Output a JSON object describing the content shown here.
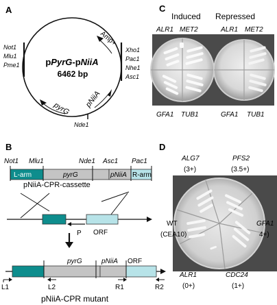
{
  "panels": {
    "A": {
      "letter": "A",
      "plasmid_name": "pPyrG-pNiiA",
      "plasmid_name_parts": [
        "p",
        "PyrG",
        "-p",
        "NiiA"
      ],
      "plasmid_size": "6462 bp",
      "left_sites": [
        "Not1",
        "Mlu1",
        "Pme1"
      ],
      "right_sites": [
        "Xho1",
        "Pac1",
        "Nhe1",
        "Asc1"
      ],
      "bottom_site": "Nde1",
      "features": [
        "Amp+",
        "pyrG",
        "pNiiA"
      ]
    },
    "B": {
      "letter": "B",
      "top_sites": [
        "Not1",
        "Mlu1",
        "Nde1",
        "Asc1",
        "Pac1"
      ],
      "cassette_segments": [
        "L-arm",
        "pyrG",
        "pNiiA",
        "R-arm"
      ],
      "cassette_label": "pNiiA-CPR-cassette",
      "genome_labels": [
        "P",
        "ORF"
      ],
      "mutant_segments": [
        "pyrG",
        "pNiiA",
        "ORF"
      ],
      "primers": [
        "L1",
        "L2",
        "R1",
        "R2"
      ],
      "mutant_label": "pNiiA-CPR mutant"
    },
    "C": {
      "letter": "C",
      "conditions": [
        "Induced",
        "Repressed"
      ],
      "top_genes": [
        "ALR1",
        "MET2"
      ],
      "bottom_genes": [
        "GFA1",
        "TUB1"
      ]
    },
    "D": {
      "letter": "D",
      "sectors": [
        {
          "gene": "ALG7",
          "score": "(3+)"
        },
        {
          "gene": "PFS2",
          "score": "(3.5+)"
        },
        {
          "gene": "WT",
          "score": "(CEA10)"
        },
        {
          "gene": "GFA1",
          "score": "4+)"
        },
        {
          "gene": "ALR1",
          "score": "(0+)"
        },
        {
          "gene": "CDC24",
          "score": "(1+)"
        }
      ]
    }
  },
  "colors": {
    "teal": "#0e8d8d",
    "light_cyan": "#b7e3e8",
    "gray": "#c4c4c4",
    "plate_bg": "#4a4a4a"
  }
}
